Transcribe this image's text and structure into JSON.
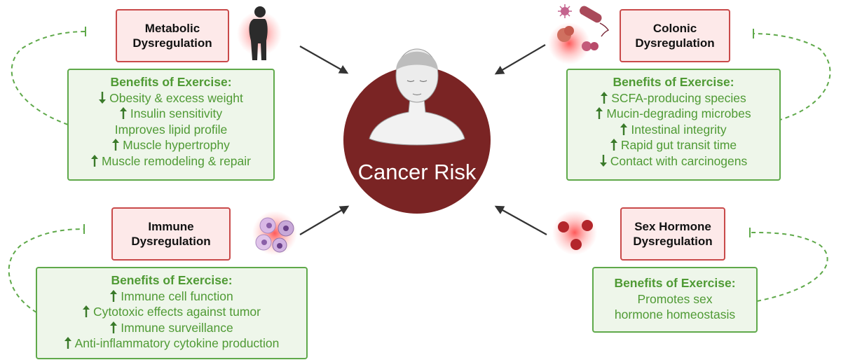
{
  "center": {
    "label": "Cancer Risk"
  },
  "colors": {
    "accent_red": "#7a2424",
    "title_border": "#c94a4a",
    "title_bg": "#fde9e9",
    "benefit_border": "#5fa94a",
    "benefit_bg": "#eef6ea",
    "benefit_text": "#4f9a34"
  },
  "icons": {
    "metabolic": "person-silhouette-icon",
    "colonic": "gut-microbes-icon",
    "immune": "immune-cells-icon",
    "hormone": "hormone-molecules-icon",
    "center": "person-bust-icon"
  },
  "panels": {
    "metabolic": {
      "title_line1": "Metabolic",
      "title_line2": "Dysregulation",
      "header": "Benefits of Exercise:",
      "items": [
        {
          "dir": "down",
          "text": "Obesity & excess weight"
        },
        {
          "dir": "up",
          "text": "Insulin sensitivity"
        },
        {
          "dir": "none",
          "text": "Improves lipid profile"
        },
        {
          "dir": "up",
          "text": "Muscle hypertrophy"
        },
        {
          "dir": "up",
          "text": "Muscle remodeling & repair"
        }
      ]
    },
    "colonic": {
      "title_line1": "Colonic",
      "title_line2": "Dysregulation",
      "header": "Benefits of Exercise:",
      "items": [
        {
          "dir": "up",
          "text": "SCFA-producing species"
        },
        {
          "dir": "up",
          "text": "Mucin-degrading microbes"
        },
        {
          "dir": "up",
          "text": "Intestinal integrity"
        },
        {
          "dir": "up",
          "text": "Rapid gut transit time"
        },
        {
          "dir": "down",
          "text": "Contact with carcinogens"
        }
      ]
    },
    "immune": {
      "title_line1": "Immune",
      "title_line2": "Dysregulation",
      "header": "Benefits of Exercise:",
      "items": [
        {
          "dir": "up",
          "text": "Immune cell function"
        },
        {
          "dir": "up",
          "text": "Cytotoxic effects against tumor"
        },
        {
          "dir": "up",
          "text": "Immune surveillance"
        },
        {
          "dir": "up",
          "text": "Anti-inflammatory cytokine production"
        }
      ]
    },
    "hormone": {
      "title_line1": "Sex Hormone",
      "title_line2": "Dysregulation",
      "header": "Benefits of Exercise:",
      "items": [
        {
          "dir": "none",
          "text": "Promotes sex"
        },
        {
          "dir": "none",
          "text": "hormone homeostasis"
        }
      ]
    }
  }
}
